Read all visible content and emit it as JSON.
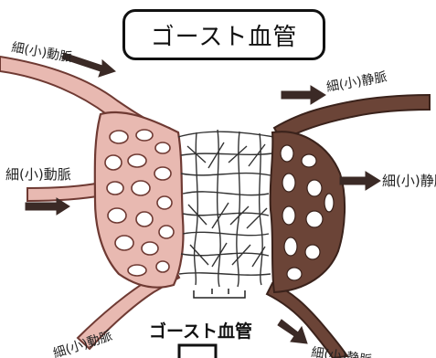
{
  "title": "ゴースト血管",
  "bottom_label": "ゴースト血管",
  "labels": {
    "arteriole_top_left": "細(小)動脈",
    "arteriole_mid_left": "細(小)動脈",
    "arteriole_bottom_left": "細(小)動脈",
    "venule_top_right": "細(小)静脈",
    "venule_mid_right": "細(小)静脈",
    "venule_bottom_right": "細(小)静脈"
  },
  "colors": {
    "arterial_fill": "#e8b9b1",
    "arterial_outline": "#6f3a33",
    "venous_fill": "#6b4437",
    "ghost_outline": "#333333",
    "arrow": "#3b2a26"
  }
}
